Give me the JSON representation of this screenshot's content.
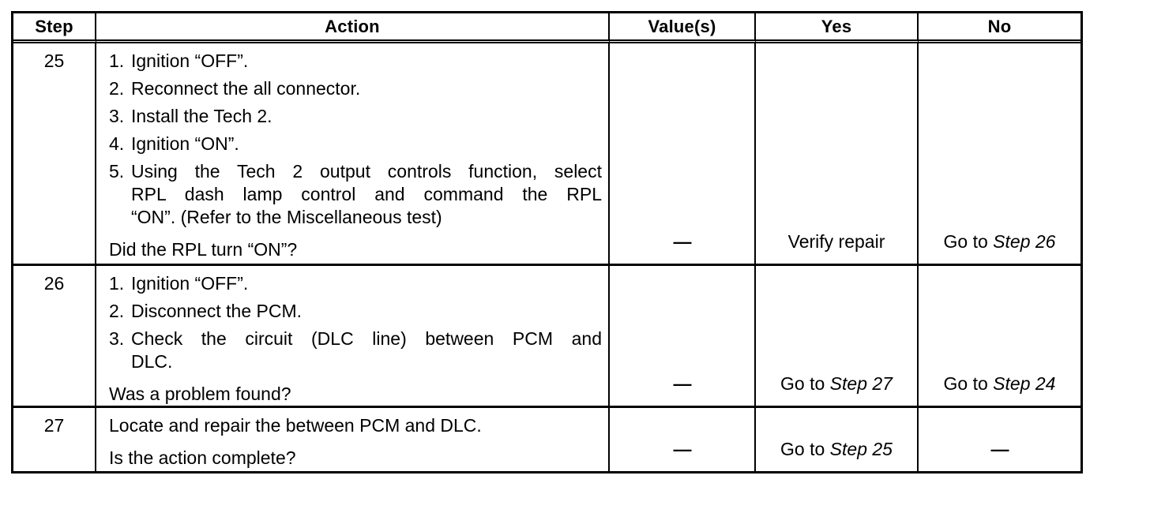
{
  "table": {
    "headers": {
      "step": "Step",
      "action": "Action",
      "values": "Value(s)",
      "yes": "Yes",
      "no": "No"
    },
    "rows": [
      {
        "step": "25",
        "items": [
          {
            "num": "1.",
            "lines": [
              "Ignition “OFF”."
            ]
          },
          {
            "num": "2.",
            "lines": [
              "Reconnect the all connector."
            ]
          },
          {
            "num": "3.",
            "lines": [
              "Install the Tech 2."
            ]
          },
          {
            "num": "4.",
            "lines": [
              "Ignition “ON”."
            ]
          },
          {
            "num": "5.",
            "lines": [
              "Using the Tech 2 output controls function, select",
              "RPL dash lamp control and command the RPL",
              "“ON”. (Refer to the Miscellaneous test)"
            ]
          }
        ],
        "question": "Did the RPL turn “ON”?",
        "value": "—",
        "yes": {
          "prefix": "Verify repair",
          "italic": ""
        },
        "no": {
          "prefix": "Go to ",
          "italic": "Step 26"
        }
      },
      {
        "step": "26",
        "items": [
          {
            "num": "1.",
            "lines": [
              "Ignition “OFF”."
            ]
          },
          {
            "num": "2.",
            "lines": [
              "Disconnect the PCM."
            ]
          },
          {
            "num": "3.",
            "lines": [
              "Check the circuit (DLC line) between PCM and",
              "DLC."
            ]
          }
        ],
        "question": "Was a problem found?",
        "value": "—",
        "yes": {
          "prefix": "Go to ",
          "italic": "Step 27"
        },
        "no": {
          "prefix": "Go to ",
          "italic": "Step 24"
        }
      },
      {
        "step": "27",
        "items": [
          {
            "num": "",
            "lines": [
              "Locate and repair the between PCM and DLC."
            ]
          }
        ],
        "question": "Is the action complete?",
        "value": "—",
        "yes": {
          "prefix": "Go to ",
          "italic": "Step 25"
        },
        "no": {
          "prefix": "—",
          "italic": ""
        }
      }
    ]
  }
}
